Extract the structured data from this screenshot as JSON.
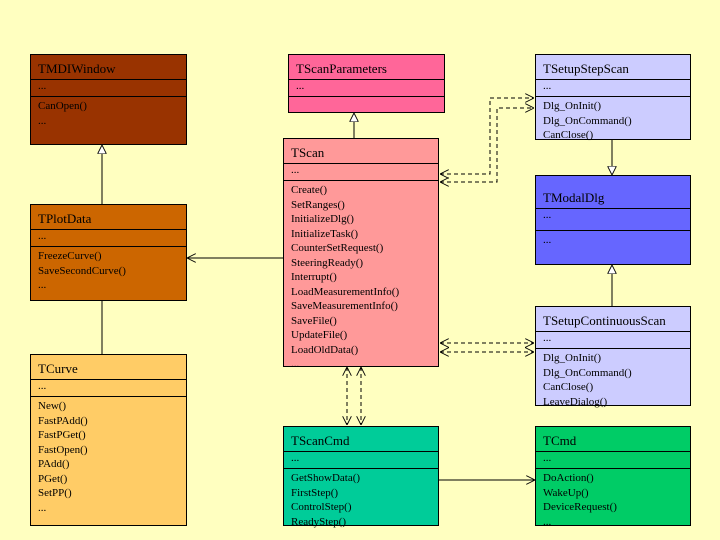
{
  "colors": {
    "background": "#ffffc0",
    "TMDIWindow": "#993300",
    "TPlotData": "#cc6600",
    "TCurve": "#ffcc66",
    "TScanParameters": "#ff6699",
    "TScan": "#ff9999",
    "TScanCmd": "#00cc99",
    "TSetupStepScan": "#ccccff",
    "TModalDlg": "#6666ff",
    "TSetupContinuousScan": "#ccccff",
    "TCmd": "#00cc66"
  },
  "classes": {
    "TMDIWindow": {
      "name": "TMDIWindow",
      "attrs": "...",
      "ops": [
        "CanOpen()",
        "..."
      ]
    },
    "TPlotData": {
      "name": "TPlotData",
      "attrs": "...",
      "ops": [
        "FreezeCurve()",
        "SaveSecondCurve()",
        "..."
      ]
    },
    "TCurve": {
      "name": "TCurve",
      "attrs": "...",
      "ops": [
        "New()",
        "FastPAdd()",
        "FastPGet()",
        "FastOpen()",
        "PAdd()",
        "PGet()",
        "SetPP()",
        "..."
      ]
    },
    "TScanParameters": {
      "name": "TScanParameters",
      "attrs": "...",
      "ops": []
    },
    "TScan": {
      "name": "TScan",
      "attrs": "...",
      "ops": [
        "Create()",
        "SetRanges()",
        "InitializeDlg()",
        "InitializeTask()",
        "CounterSetRequest()",
        "SteeringReady()",
        "Interrupt()",
        "LoadMeasurementInfo()",
        "SaveMeasurementInfo()",
        "SaveFile()",
        "UpdateFile()",
        "LoadOldData()",
        "..."
      ]
    },
    "TScanCmd": {
      "name": "TScanCmd",
      "attrs": "...",
      "ops": [
        "GetShowData()",
        "FirstStep()",
        "ControlStep()",
        "ReadyStep()"
      ]
    },
    "TSetupStepScan": {
      "name": "TSetupStepScan",
      "attrs": "...",
      "ops": [
        "Dlg_OnInit()",
        "Dlg_OnCommand()",
        "CanClose()"
      ]
    },
    "TModalDlg": {
      "name": "TModalDlg",
      "attrs": "...",
      "ops": [
        "..."
      ]
    },
    "TSetupContinuousScan": {
      "name": "TSetupContinuousScan",
      "attrs": "...",
      "ops": [
        "Dlg_OnInit()",
        "Dlg_OnCommand()",
        "CanClose()",
        "LeaveDialog()"
      ]
    },
    "TCmd": {
      "name": "TCmd",
      "attrs": "...",
      "ops": [
        "DoAction()",
        "WakeUp()",
        "DeviceRequest()",
        "..."
      ]
    }
  }
}
